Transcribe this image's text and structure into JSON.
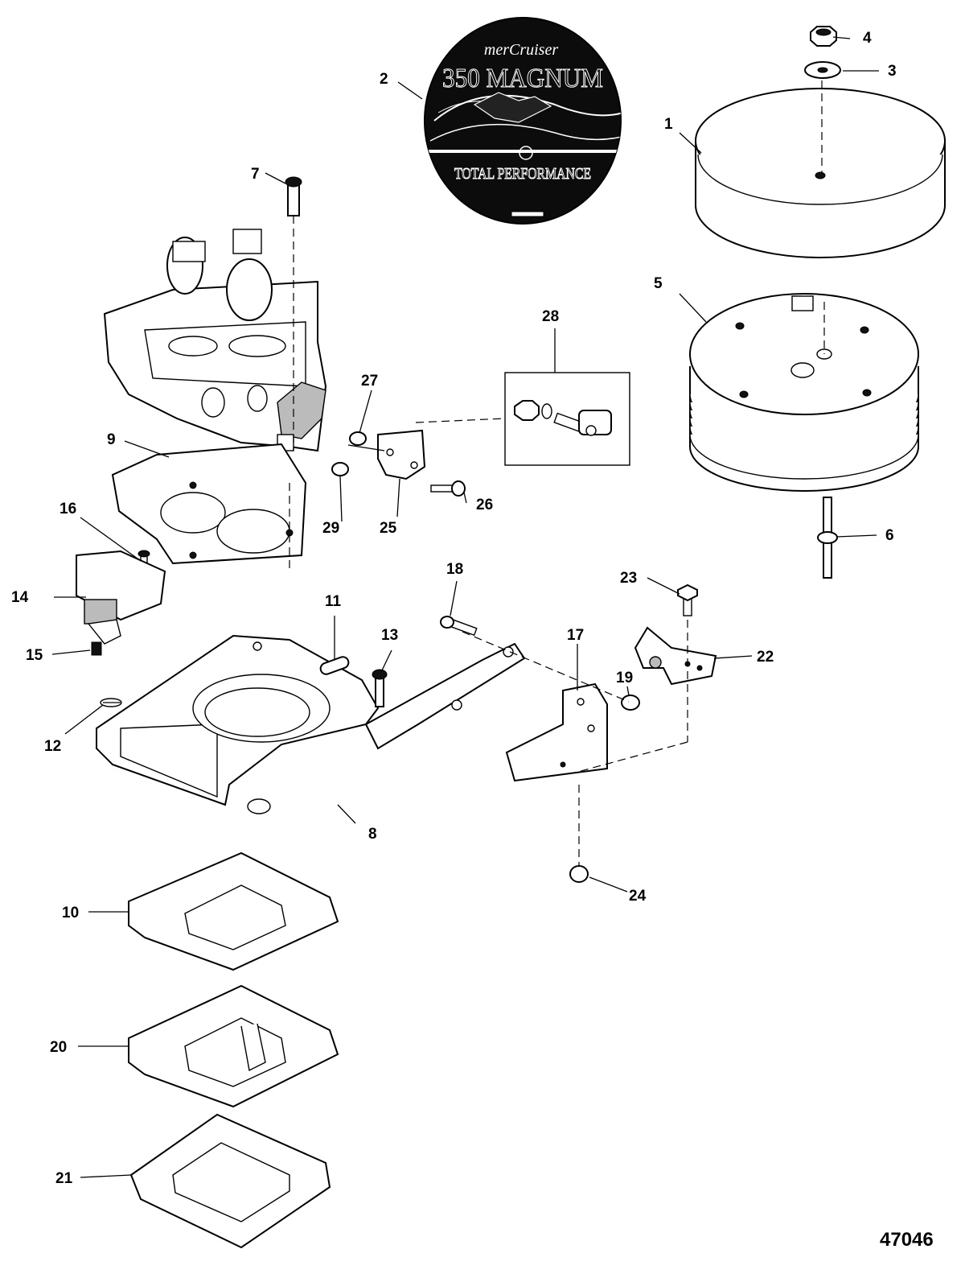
{
  "figure_number": "47046",
  "decal": {
    "brand": "merCruiser",
    "line1": "350 MAGNUM",
    "line2": "TOTAL PERFORMANCE"
  },
  "callouts": [
    {
      "id": "1",
      "label": "1"
    },
    {
      "id": "2",
      "label": "2"
    },
    {
      "id": "3",
      "label": "3"
    },
    {
      "id": "4",
      "label": "4"
    },
    {
      "id": "5",
      "label": "5"
    },
    {
      "id": "6",
      "label": "6"
    },
    {
      "id": "7",
      "label": "7"
    },
    {
      "id": "8",
      "label": "8"
    },
    {
      "id": "9",
      "label": "9"
    },
    {
      "id": "10",
      "label": "10"
    },
    {
      "id": "11",
      "label": "11"
    },
    {
      "id": "12",
      "label": "12"
    },
    {
      "id": "13",
      "label": "13"
    },
    {
      "id": "14",
      "label": "14"
    },
    {
      "id": "15",
      "label": "15"
    },
    {
      "id": "16",
      "label": "16"
    },
    {
      "id": "17",
      "label": "17"
    },
    {
      "id": "18",
      "label": "18"
    },
    {
      "id": "19",
      "label": "19"
    },
    {
      "id": "20",
      "label": "20"
    },
    {
      "id": "21",
      "label": "21"
    },
    {
      "id": "22",
      "label": "22"
    },
    {
      "id": "23",
      "label": "23"
    },
    {
      "id": "24",
      "label": "24"
    },
    {
      "id": "25",
      "label": "25"
    },
    {
      "id": "26",
      "label": "26"
    },
    {
      "id": "27",
      "label": "27"
    },
    {
      "id": "28",
      "label": "28"
    },
    {
      "id": "29",
      "label": "29"
    }
  ]
}
